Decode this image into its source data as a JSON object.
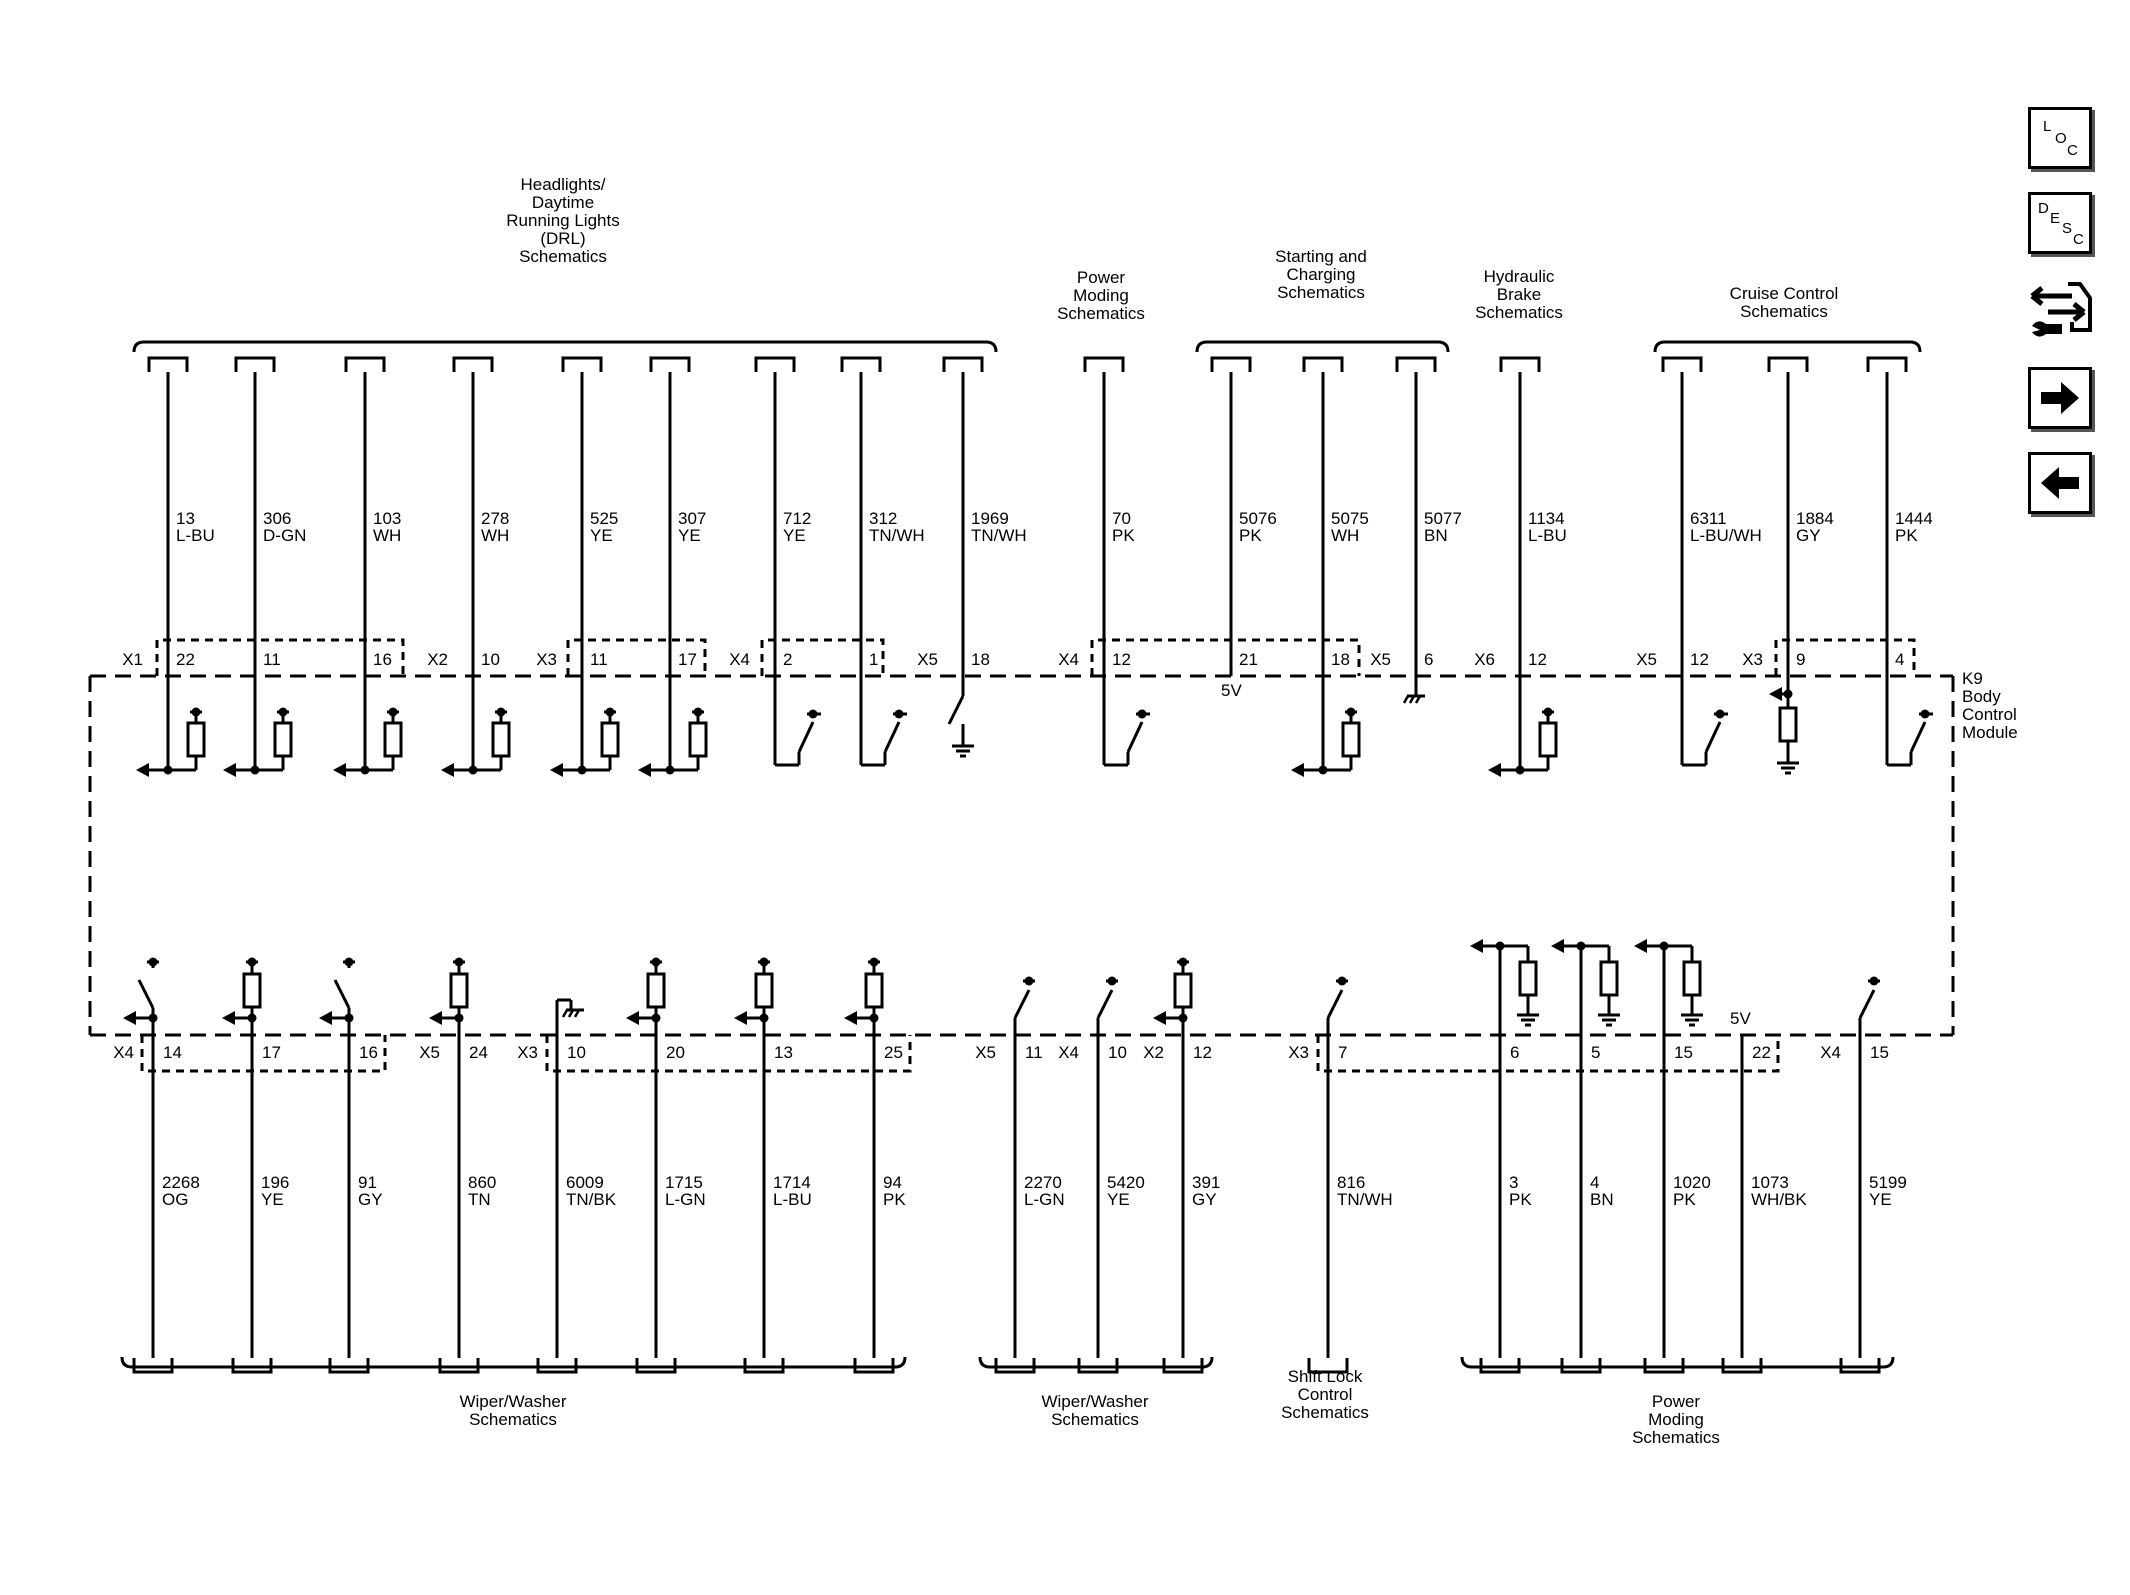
{
  "module": {
    "name": "K9",
    "desc_lines": [
      "Body",
      "Control",
      "Module"
    ]
  },
  "voltage_label": "5V",
  "top_groups": [
    {
      "lines": [
        "Headlights/",
        "Daytime",
        "Running Lights",
        "(DRL)",
        "Schematics"
      ]
    },
    {
      "lines": [
        "Power",
        "Moding",
        "Schematics"
      ]
    },
    {
      "lines": [
        "Starting and",
        "Charging",
        "Schematics"
      ]
    },
    {
      "lines": [
        "Hydraulic",
        "Brake",
        "Schematics"
      ]
    },
    {
      "lines": [
        "Cruise Control",
        "Schematics"
      ]
    }
  ],
  "bottom_groups": [
    {
      "lines": [
        "Wiper/Washer",
        "Schematics"
      ]
    },
    {
      "lines": [
        "Wiper/Washer",
        "Schematics"
      ]
    },
    {
      "lines": [
        "Shift Lock",
        "Control",
        "Schematics"
      ]
    },
    {
      "lines": [
        "Power",
        "Moding",
        "Schematics"
      ]
    }
  ],
  "top_wires": [
    {
      "connector": "X1",
      "pin": "22",
      "circuit": "13",
      "color": "L-BU",
      "kind": "input"
    },
    {
      "connector": "",
      "pin": "11",
      "circuit": "306",
      "color": "D-GN",
      "kind": "input"
    },
    {
      "connector": "",
      "pin": "16",
      "circuit": "103",
      "color": "WH",
      "kind": "input"
    },
    {
      "connector": "X2",
      "pin": "10",
      "circuit": "278",
      "color": "WH",
      "kind": "input"
    },
    {
      "connector": "X3",
      "pin": "11",
      "circuit": "525",
      "color": "YE",
      "kind": "input"
    },
    {
      "connector": "",
      "pin": "17",
      "circuit": "307",
      "color": "YE",
      "kind": "input"
    },
    {
      "connector": "X4",
      "pin": "2",
      "circuit": "712",
      "color": "YE",
      "kind": "switch"
    },
    {
      "connector": "",
      "pin": "1",
      "circuit": "312",
      "color": "TN/WH",
      "kind": "switch"
    },
    {
      "connector": "X5",
      "pin": "18",
      "circuit": "1969",
      "color": "TN/WH",
      "kind": "ground-switch"
    },
    {
      "connector": "X4",
      "pin": "12",
      "circuit": "70",
      "color": "PK",
      "kind": "switch"
    },
    {
      "connector": "",
      "pin": "21",
      "circuit": "5076",
      "color": "PK",
      "kind": "supply"
    },
    {
      "connector": "",
      "pin": "18",
      "circuit": "5075",
      "color": "WH",
      "kind": "input"
    },
    {
      "connector": "X5",
      "pin": "6",
      "circuit": "5077",
      "color": "BN",
      "kind": "ground"
    },
    {
      "connector": "X6",
      "pin": "12",
      "circuit": "1134",
      "color": "L-BU",
      "kind": "input"
    },
    {
      "connector": "X5",
      "pin": "12",
      "circuit": "6311",
      "color": "L-BU/WH",
      "kind": "switch"
    },
    {
      "connector": "X3",
      "pin": "9",
      "circuit": "1884",
      "color": "GY",
      "kind": "pulldown"
    },
    {
      "connector": "",
      "pin": "4",
      "circuit": "1444",
      "color": "PK",
      "kind": "switch"
    }
  ],
  "bottom_wires": [
    {
      "connector": "X4",
      "pin": "14",
      "circuit": "2268",
      "color": "OG",
      "kind": "switch-in"
    },
    {
      "connector": "",
      "pin": "17",
      "circuit": "196",
      "color": "YE",
      "kind": "res-in"
    },
    {
      "connector": "",
      "pin": "16",
      "circuit": "91",
      "color": "GY",
      "kind": "switch-in"
    },
    {
      "connector": "X5",
      "pin": "24",
      "circuit": "860",
      "color": "TN",
      "kind": "res-in"
    },
    {
      "connector": "X3",
      "pin": "10",
      "circuit": "6009",
      "color": "TN/BK",
      "kind": "ground"
    },
    {
      "connector": "",
      "pin": "20",
      "circuit": "1715",
      "color": "L-GN",
      "kind": "res-in"
    },
    {
      "connector": "",
      "pin": "13",
      "circuit": "1714",
      "color": "L-BU",
      "kind": "res-in"
    },
    {
      "connector": "",
      "pin": "25",
      "circuit": "94",
      "color": "PK",
      "kind": "res-in"
    },
    {
      "connector": "X5",
      "pin": "11",
      "circuit": "2270",
      "color": "L-GN",
      "kind": "switch"
    },
    {
      "connector": "X4",
      "pin": "10",
      "circuit": "5420",
      "color": "YE",
      "kind": "switch"
    },
    {
      "connector": "X2",
      "pin": "12",
      "circuit": "391",
      "color": "GY",
      "kind": "res-in"
    },
    {
      "connector": "X3",
      "pin": "7",
      "circuit": "816",
      "color": "TN/WH",
      "kind": "switch"
    },
    {
      "connector": "",
      "pin": "6",
      "circuit": "3",
      "color": "PK",
      "kind": "pulldown-out"
    },
    {
      "connector": "",
      "pin": "5",
      "circuit": "4",
      "color": "BN",
      "kind": "pulldown-out"
    },
    {
      "connector": "",
      "pin": "15",
      "circuit": "1020",
      "color": "PK",
      "kind": "pulldown-out"
    },
    {
      "connector": "",
      "pin": "22",
      "circuit": "1073",
      "color": "WH/BK",
      "kind": "supply"
    },
    {
      "connector": "X4",
      "pin": "15",
      "circuit": "5199",
      "color": "YE",
      "kind": "switch"
    }
  ],
  "nav": {
    "loc": [
      "L",
      "O",
      "C"
    ],
    "desc": [
      "D",
      "E",
      "S",
      "C"
    ],
    "tool_icon": "connector-wrench-icon",
    "next_icon": "arrow-right-icon",
    "prev_icon": "arrow-left-icon"
  }
}
